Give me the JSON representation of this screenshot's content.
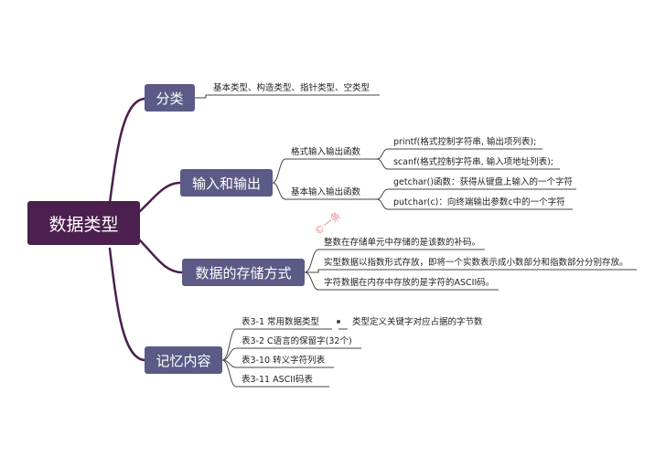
{
  "root": {
    "label": "数据类型"
  },
  "branches": [
    {
      "label": "分类",
      "items": [
        "基本类型、构造类型、指针类型、空类型"
      ]
    },
    {
      "label": "输入和输出",
      "groups": [
        {
          "label": "格式输入输出函数",
          "items": [
            "printf(格式控制字符串, 输出项列表);",
            "scanf(格式控制字符串, 输入项地址列表);"
          ]
        },
        {
          "label": "基本输入输出函数",
          "items": [
            "getchar()函数：获得从键盘上输入的一个字符",
            "putchar(c)：向终端输出参数c中的一个字符"
          ]
        }
      ]
    },
    {
      "label": "数据的存储方式",
      "items": [
        "整数在存储单元中存储的是该数的补码。",
        "实型数据以指数形式存放，即将一个实数表示成小数部分和指数部分分别存放。",
        "字符数据在内存中存放的是字符的ASCII码。"
      ]
    },
    {
      "label": "记忆内容",
      "items": [
        "表3-1 常用数据类型",
        "表3-2 C语言的保留字(32个)",
        "表3-10 转义字符列表",
        "表3-11 ASCII码表"
      ],
      "sub": "类型定义关键字对应占据的字节数"
    }
  ],
  "watermark": "©一条"
}
